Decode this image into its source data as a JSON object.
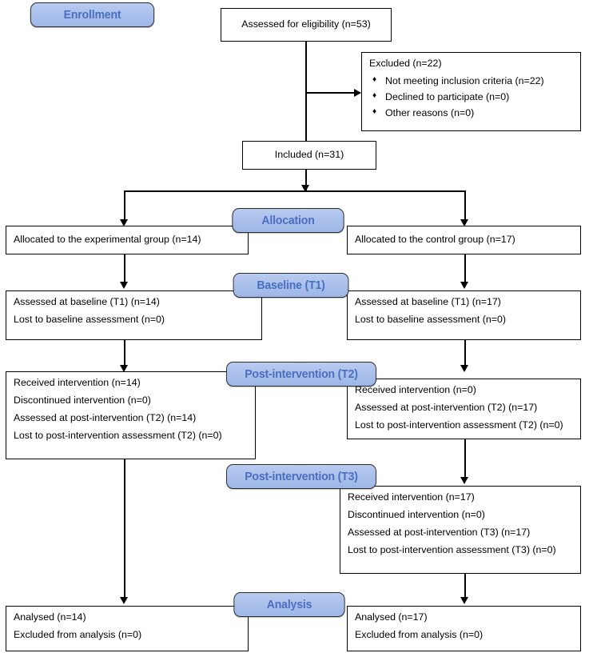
{
  "diagram": {
    "title": "CONSORT participant flow diagram",
    "colors": {
      "badge_fill": "#aec3ed",
      "badge_text": "#4a6fc0",
      "badge_border": "#2b2b2b",
      "box_border": "#000000",
      "box_fill": "#ffffff",
      "text": "#000000",
      "background": "#ffffff"
    }
  },
  "stages": {
    "enrollment": "Enrollment",
    "allocation": "Allocation",
    "baseline": "Baseline (T1)",
    "post_t2": "Post-intervention (T2)",
    "post_t3": "Post-intervention (T3)",
    "analysis": "Analysis"
  },
  "enrollment": {
    "assessed": "Assessed for eligibility (n=53)",
    "excluded_title": "Excluded (n=22)",
    "excluded_reasons": [
      "Not meeting inclusion criteria (n=22)",
      "Declined to participate (n=0)",
      "Other reasons (n=0)"
    ],
    "bullet_glyph": "♦",
    "included": "Included (n=31)"
  },
  "allocation": {
    "experimental": "Allocated to the experimental group (n=14)",
    "control": "Allocated to the control group (n=17)"
  },
  "baseline": {
    "experimental": [
      "Assessed at baseline (T1) (n=14)",
      "Lost to baseline assessment (n=0)"
    ],
    "control": [
      "Assessed at baseline (T1) (n=17)",
      "Lost to baseline assessment (n=0)"
    ]
  },
  "post_intervention_t2": {
    "experimental": [
      "Received intervention (n=14)",
      "Discontinued intervention (n=0)",
      "Assessed at post-intervention (T2) (n=14)",
      "Lost to post-intervention assessment (T2) (n=0)"
    ],
    "control": [
      "Received intervention (n=0)",
      "Assessed at post-intervention (T2) (n=17)",
      "Lost to post-intervention assessment (T2) (n=0)"
    ]
  },
  "post_intervention_t3": {
    "control": [
      "Received intervention (n=17)",
      "Discontinued intervention (n=0)",
      "Assessed at post-intervention (T3) (n=17)",
      "Lost to post-intervention assessment (T3) (n=0)"
    ]
  },
  "analysis": {
    "experimental": [
      "Analysed (n=14)",
      "Excluded from analysis (n=0)"
    ],
    "control": [
      "Analysed (n=17)",
      "Excluded from analysis (n=0)"
    ]
  }
}
